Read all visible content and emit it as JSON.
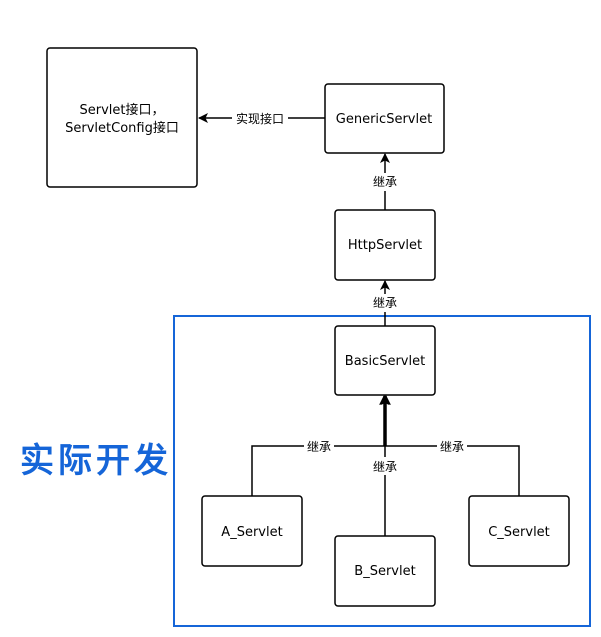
{
  "nodes": {
    "interfaces": {
      "line1": "Servlet接口，",
      "line2": "ServletConfig接口"
    },
    "generic_servlet": {
      "label": "GenericServlet"
    },
    "http_servlet": {
      "label": "HttpServlet"
    },
    "basic_servlet": {
      "label": "BasicServlet"
    },
    "a_servlet": {
      "label": "A_Servlet"
    },
    "b_servlet": {
      "label": "B_Servlet"
    },
    "c_servlet": {
      "label": "C_Servlet"
    }
  },
  "edges": {
    "implements": {
      "label": "实现接口"
    },
    "generic_from_http": {
      "label": "继承"
    },
    "http_from_basic": {
      "label": "继承"
    },
    "basic_from_a": {
      "label": "继承"
    },
    "basic_from_b": {
      "label": "继承"
    },
    "basic_from_c": {
      "label": "继承"
    }
  },
  "group": {
    "title": "实际开发",
    "color": "#1565d8"
  }
}
